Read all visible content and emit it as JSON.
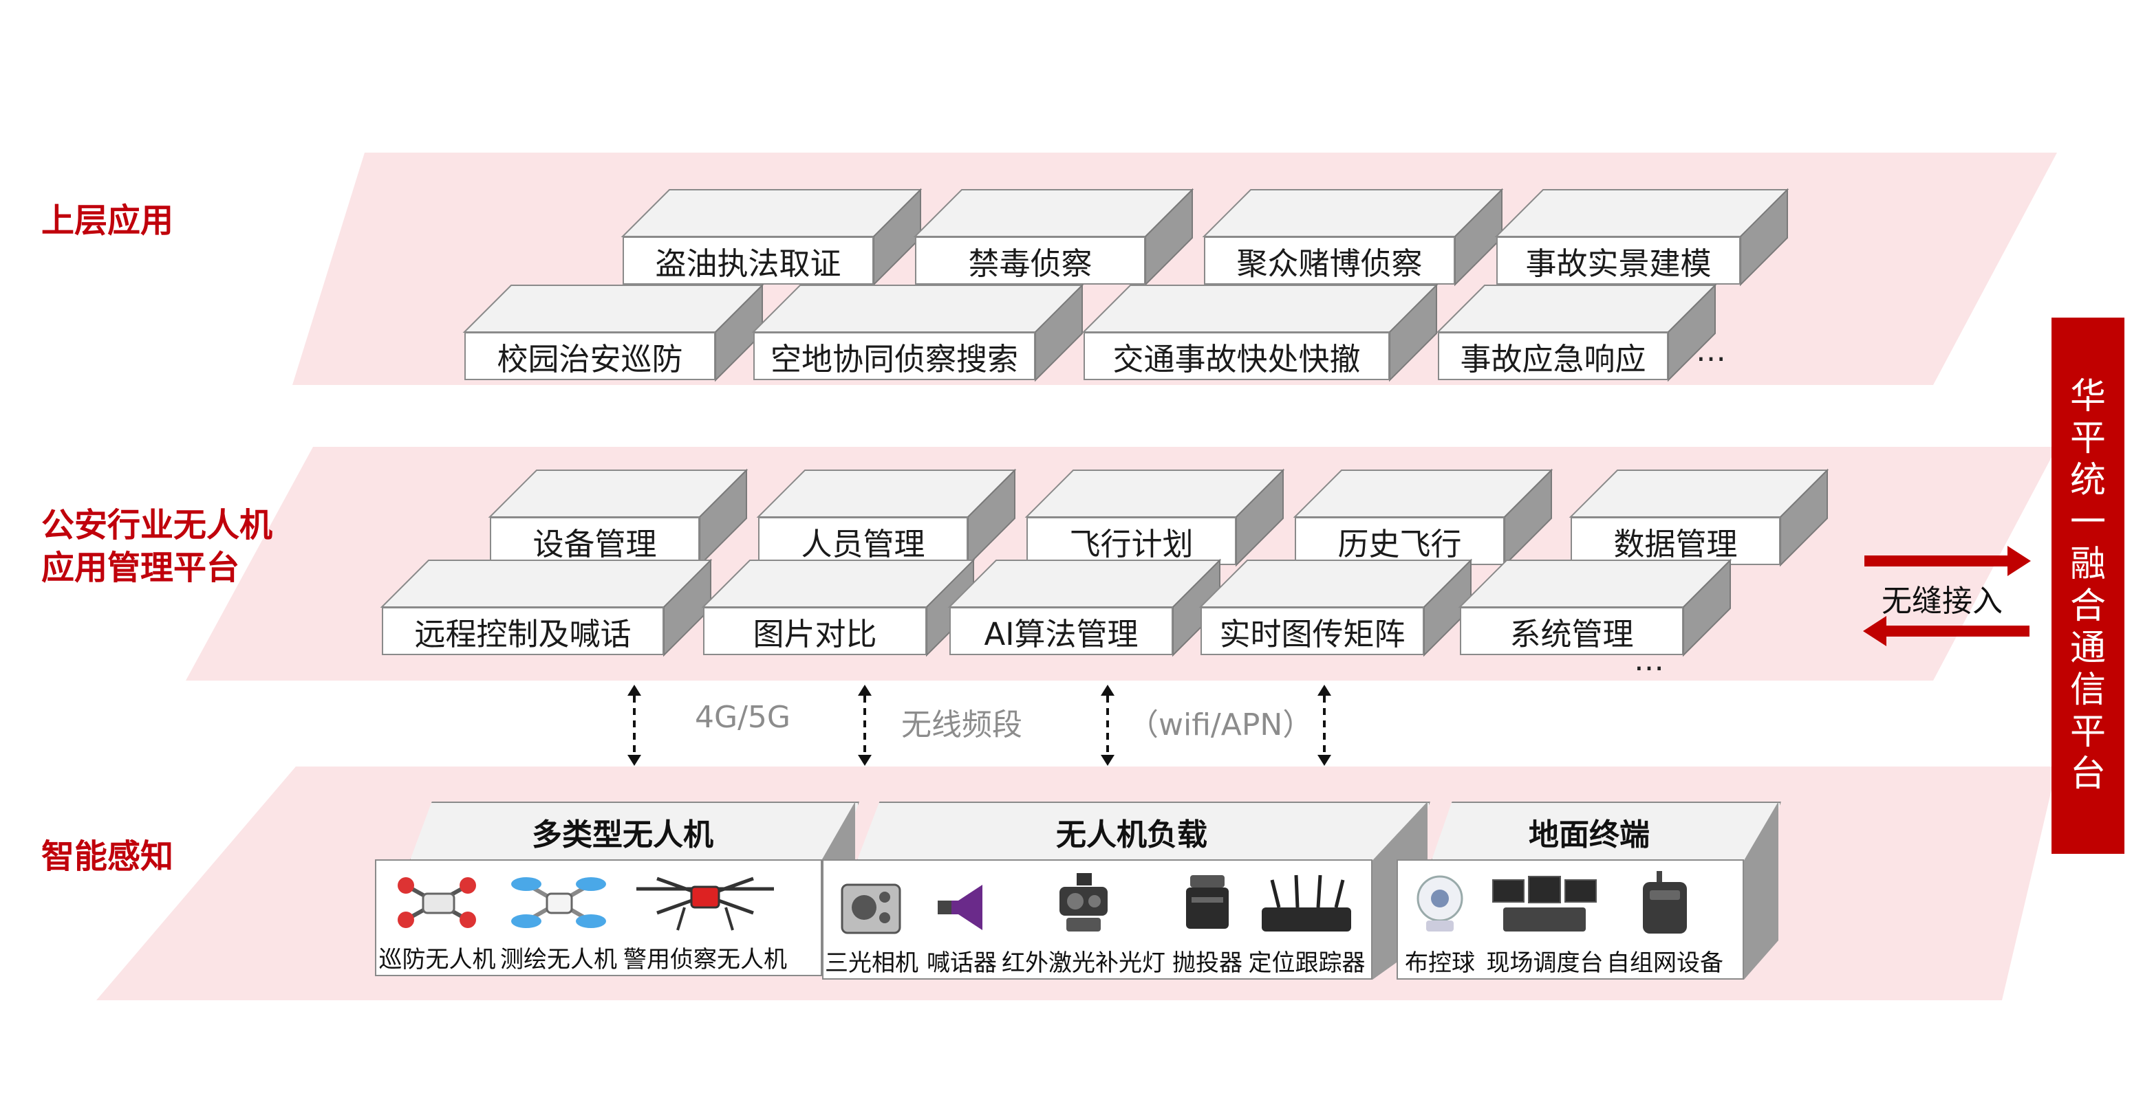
{
  "layers": {
    "top_label": "上层应用",
    "middle_label_line1": "公安行业无人机",
    "middle_label_line2": "应用管理平台",
    "bottom_label": "智能感知"
  },
  "top_apps": {
    "row1": [
      "盗油执法取证",
      "禁毒侦察",
      "聚众赌博侦察",
      "事故实景建模"
    ],
    "row2": [
      "校园治安巡防",
      "空地协同侦察搜索",
      "交通事故快处快撤",
      "事故应急响应"
    ],
    "ellipsis": "…"
  },
  "mgmt_apps": {
    "row1": [
      "设备管理",
      "人员管理",
      "飞行计划",
      "历史飞行",
      "数据管理"
    ],
    "row2": [
      "远程控制及喊话",
      "图片对比",
      "AI算法管理",
      "实时图传矩阵",
      "系统管理"
    ],
    "ellipsis": "…"
  },
  "connection": {
    "network": "4G/5G",
    "band": "无线频段",
    "wifi": "（wifi/APN）"
  },
  "perception": {
    "drones": {
      "title": "多类型无人机",
      "items": [
        "巡防无人机",
        "测绘无人机",
        "警用侦察无人机"
      ]
    },
    "payloads": {
      "title": "无人机负载",
      "items": [
        "三光相机",
        "喊话器",
        "红外激光补光灯",
        "抛投器",
        "定位跟踪器"
      ]
    },
    "ground": {
      "title": "地面终端",
      "items": [
        "布控球",
        "现场调度台",
        "自组网设备"
      ]
    }
  },
  "side_platform": {
    "name": "华平统一融合通信平台",
    "access_label": "无缝接入"
  },
  "colors": {
    "accent_red": "#c00000",
    "band_pink": "#fbe4e6",
    "box_gray": "#9a9a9a"
  }
}
